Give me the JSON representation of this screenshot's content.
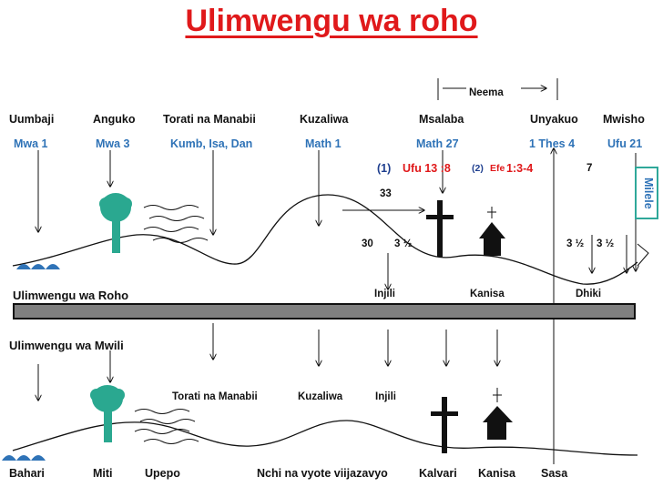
{
  "title": "Ulimwengu wa roho",
  "top_timeline": {
    "headers": [
      "Uumbaji",
      "Anguko",
      "Torati na Manabii",
      "Kuzaliwa",
      "Msalaba",
      "Unyakuo",
      "Mwisho"
    ],
    "references": [
      "Mwa 1",
      "Mwa 3",
      "Kumb, Isa, Dan",
      "Math 1",
      "Math 27",
      "1 Thes 4",
      "Ufu 21"
    ]
  },
  "neema": "Neema",
  "milele": "Milele",
  "verse_1_num": "(1)",
  "verse_1_ref": "Ufu 13 :8",
  "verse_2_num": "(2)",
  "verse_2_book": "Efe",
  "verse_2_ref": "1:3-4",
  "numbers": {
    "seven": "7",
    "thirty_three": "33",
    "thirty": "30",
    "three_half_a": "3 ½",
    "three_half_b": "3 ½",
    "three_half_c": "3 ½"
  },
  "spiritual_world_label": "Ulimwengu  wa Roho",
  "band_labels": [
    "Injili",
    "Kanisa",
    "Dhiki"
  ],
  "physical_world_label": "Ulimwengu  wa Mwili",
  "physical_mid_labels": [
    "Torati na Manabii",
    "Kuzaliwa",
    "Injili"
  ],
  "bottom_labels": [
    "Bahari",
    "Miti",
    "Upepo",
    "Nchi na vyote viijazavyo",
    "Kalvari",
    "Kanisa",
    "Sasa"
  ],
  "colors": {
    "title_red": "#e0191b",
    "reference_blue": "#2f73b7",
    "tree_green": "#2aa890",
    "band_gray": "#808080",
    "water_blue": "#2f73b7"
  }
}
